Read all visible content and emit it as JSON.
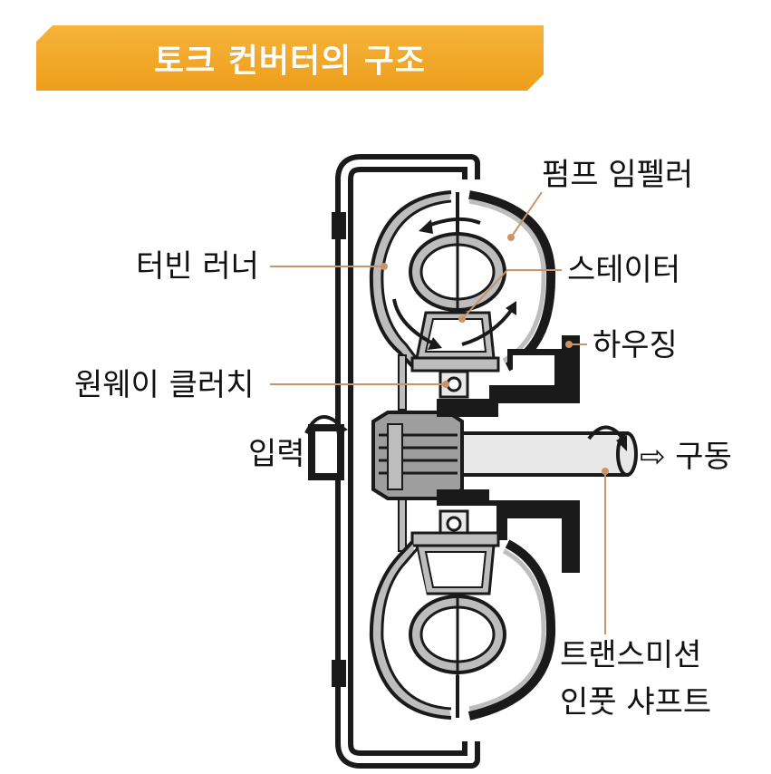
{
  "title": "토크 컨버터의 구조",
  "colors": {
    "banner": "#F0A623",
    "housing": "#1a1a1a",
    "gray_fill": "#bdbdbd",
    "light_fill": "#e8e8e8",
    "leader": "#c8956a"
  },
  "labels": {
    "pump_impeller": "펌프 임펠러",
    "turbine_runner": "터빈 러너",
    "stator": "스테이터",
    "housing": "하우징",
    "one_way_clutch": "원웨이 클러치",
    "input": "입력",
    "drive": "⇨ 구동",
    "transmission_line1": "트랜스미션",
    "transmission_line2": "인풋 샤프트"
  }
}
